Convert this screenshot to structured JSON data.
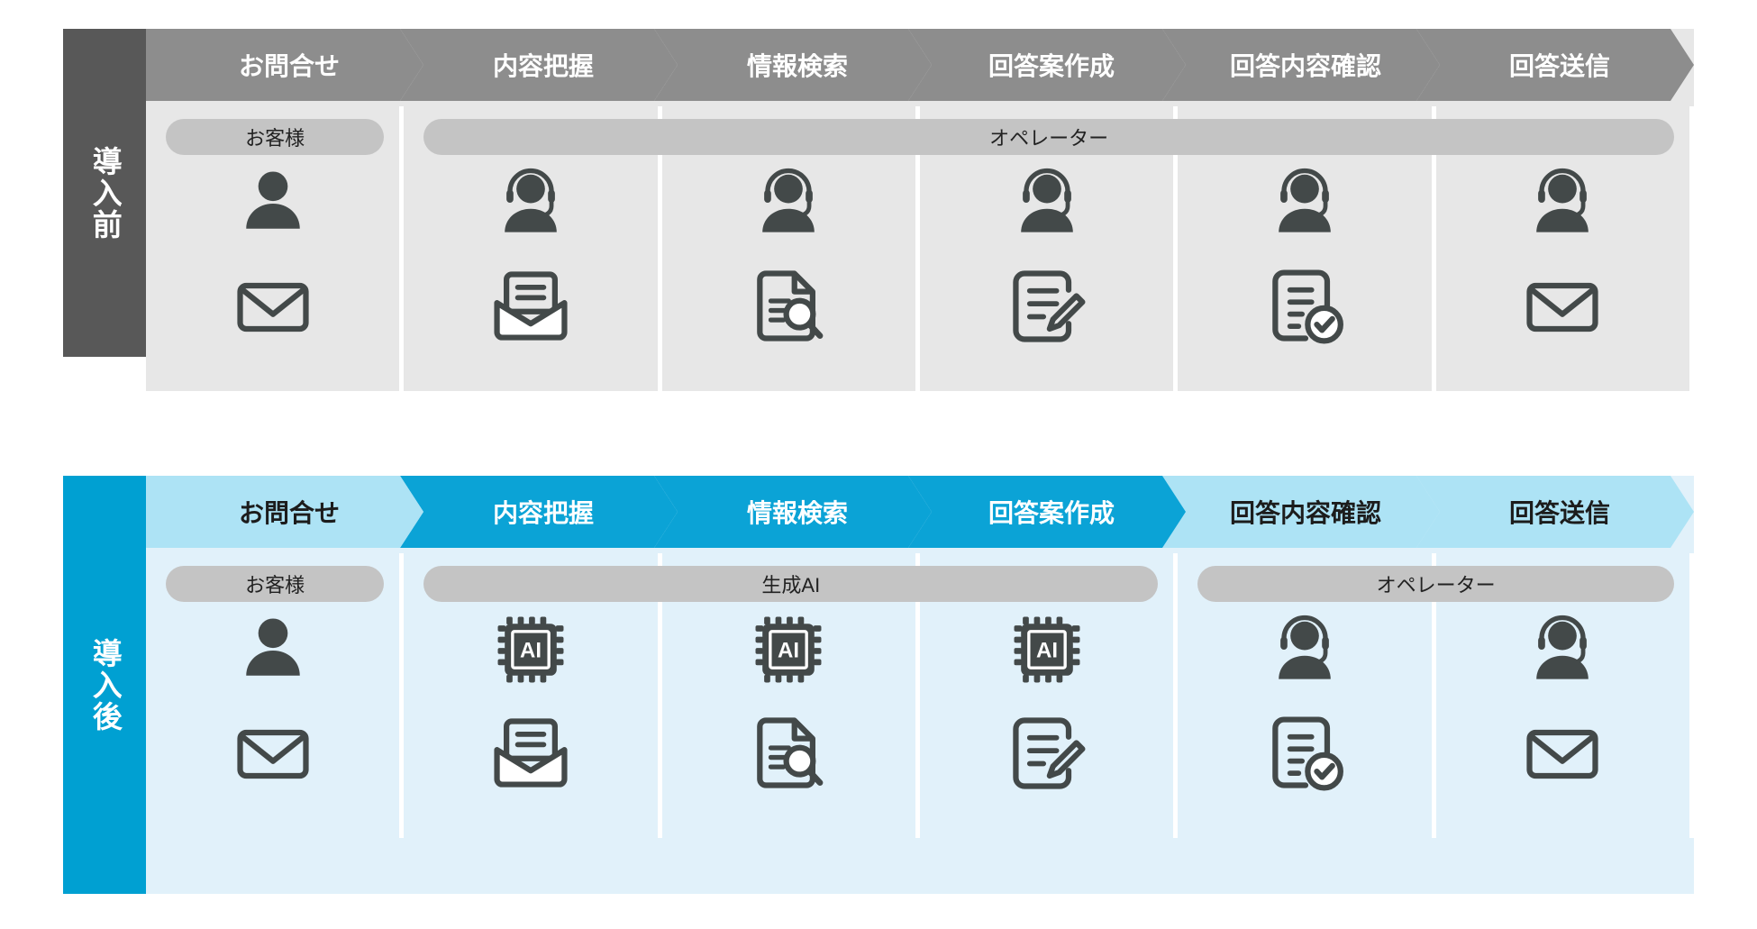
{
  "theme": {
    "before_label_bg": "#585858",
    "before_chev_bg": "#8d8d8d",
    "before_body_bg": "#e7e7e7",
    "after_label_bg": "#00a0d2",
    "after_chev_active": "#0ba3d6",
    "after_chev_idle": "#ade3f5",
    "after_body_bg": "#e1f1fa",
    "pill_bg": "#c4c4c4",
    "icon_color": "#434949",
    "white": "#ffffff"
  },
  "before": {
    "side_label": "導入前",
    "steps": [
      {
        "label": "お問合せ",
        "style": "active",
        "person": "customer-icon",
        "doc": "mail-closed-icon"
      },
      {
        "label": "内容把握",
        "style": "active",
        "person": "operator-icon",
        "doc": "mail-open-icon"
      },
      {
        "label": "情報検索",
        "style": "active",
        "person": "operator-icon",
        "doc": "doc-search-icon"
      },
      {
        "label": "回答案作成",
        "style": "active",
        "person": "operator-icon",
        "doc": "doc-edit-icon"
      },
      {
        "label": "回答内容確認",
        "style": "active",
        "person": "operator-icon",
        "doc": "doc-check-icon"
      },
      {
        "label": "回答送信",
        "style": "active",
        "person": "operator-icon",
        "doc": "mail-closed-icon"
      }
    ],
    "roles": [
      {
        "label": "お客様",
        "start": 0,
        "span": 1
      },
      {
        "label": "オペレーター",
        "start": 1,
        "span": 5
      }
    ]
  },
  "after": {
    "side_label": "導入後",
    "steps": [
      {
        "label": "お問合せ",
        "style": "idle",
        "person": "customer-icon",
        "doc": "mail-closed-icon"
      },
      {
        "label": "内容把握",
        "style": "active",
        "person": "ai-chip-icon",
        "doc": "mail-open-icon"
      },
      {
        "label": "情報検索",
        "style": "active",
        "person": "ai-chip-icon",
        "doc": "doc-search-icon"
      },
      {
        "label": "回答案作成",
        "style": "active",
        "person": "ai-chip-icon",
        "doc": "doc-edit-icon"
      },
      {
        "label": "回答内容確認",
        "style": "idle",
        "person": "operator-icon",
        "doc": "doc-check-icon"
      },
      {
        "label": "回答送信",
        "style": "idle",
        "person": "operator-icon",
        "doc": "mail-closed-icon"
      }
    ],
    "roles": [
      {
        "label": "お客様",
        "start": 0,
        "span": 1
      },
      {
        "label": "生成AI",
        "start": 1,
        "span": 3
      },
      {
        "label": "オペレーター",
        "start": 4,
        "span": 2
      }
    ]
  }
}
